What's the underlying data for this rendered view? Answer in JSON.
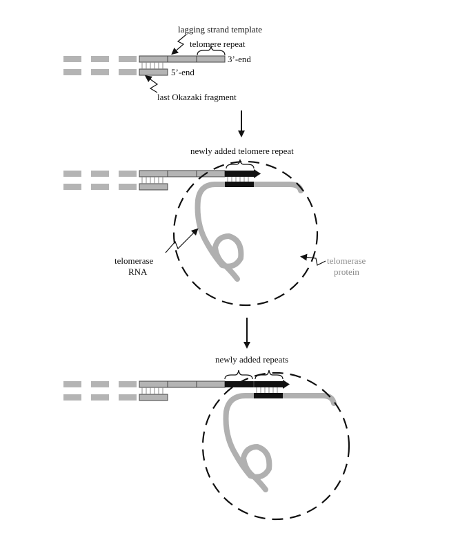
{
  "colors": {
    "strand_fill": "#b4b4b4",
    "strand_outline": "#444444",
    "new_repeat": "#111111",
    "rna": "#b0b0b0",
    "protein_outline": "#111111",
    "text": "#111111",
    "protein_label": "#8a8a8a"
  },
  "stage1": {
    "lagging_template_label": "lagging strand template",
    "telomere_repeat_label": "telomere repeat",
    "three_prime_label": "3’-end",
    "five_prime_label": "5’-end",
    "okazaki_label": "last Okazaki fragment"
  },
  "stage2": {
    "new_repeat_label": "newly added telomere repeat",
    "rna_label_line1": "telomerase",
    "rna_label_line2": "RNA",
    "protein_label_line1": "telomerase",
    "protein_label_line2": "protein"
  },
  "stage3": {
    "new_repeats_label": "newly added repeats"
  },
  "icons": {
    "step_arrow": "down-arrow-icon",
    "pointer": "squiggle-pointer-icon",
    "brace": "curly-brace-icon"
  }
}
